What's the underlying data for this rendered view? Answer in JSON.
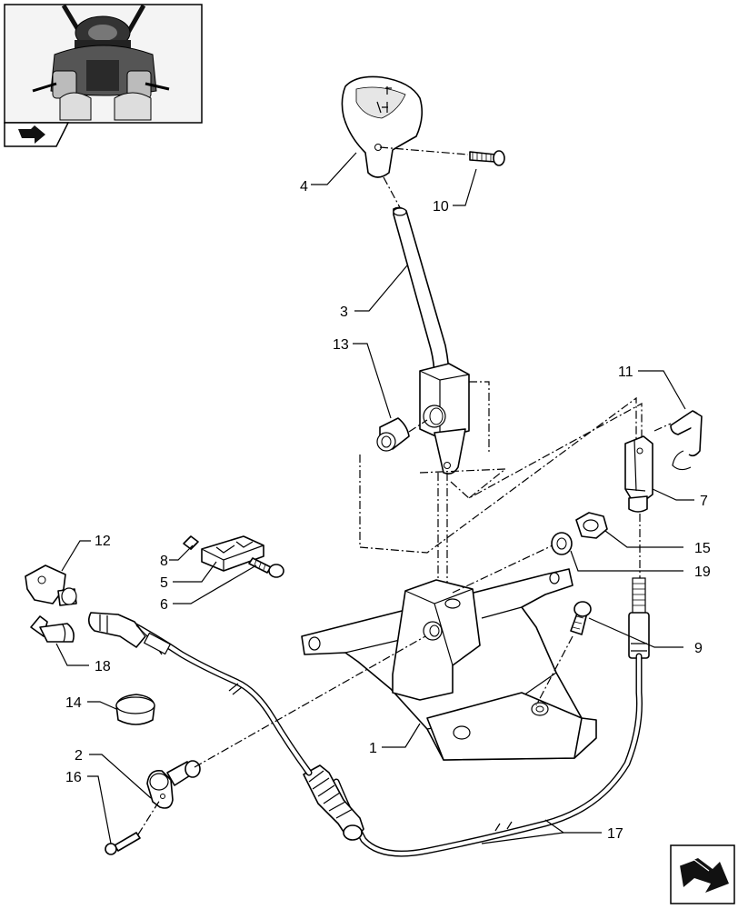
{
  "diagram": {
    "callouts": {
      "c1": "1",
      "c2": "2",
      "c3": "3",
      "c4": "4",
      "c5": "5",
      "c6": "6",
      "c7": "7",
      "c8": "8",
      "c9": "9",
      "c10": "10",
      "c11": "11",
      "c12": "12",
      "c13": "13",
      "c14": "14",
      "c15": "15",
      "c16": "16",
      "c17": "17",
      "c18": "18",
      "c19": "19"
    },
    "icons": {
      "thumbnail": "tractor-cab-thumbnail",
      "reference": "reference-arrow-icon",
      "next_page": "next-page-arrow-icon"
    }
  }
}
